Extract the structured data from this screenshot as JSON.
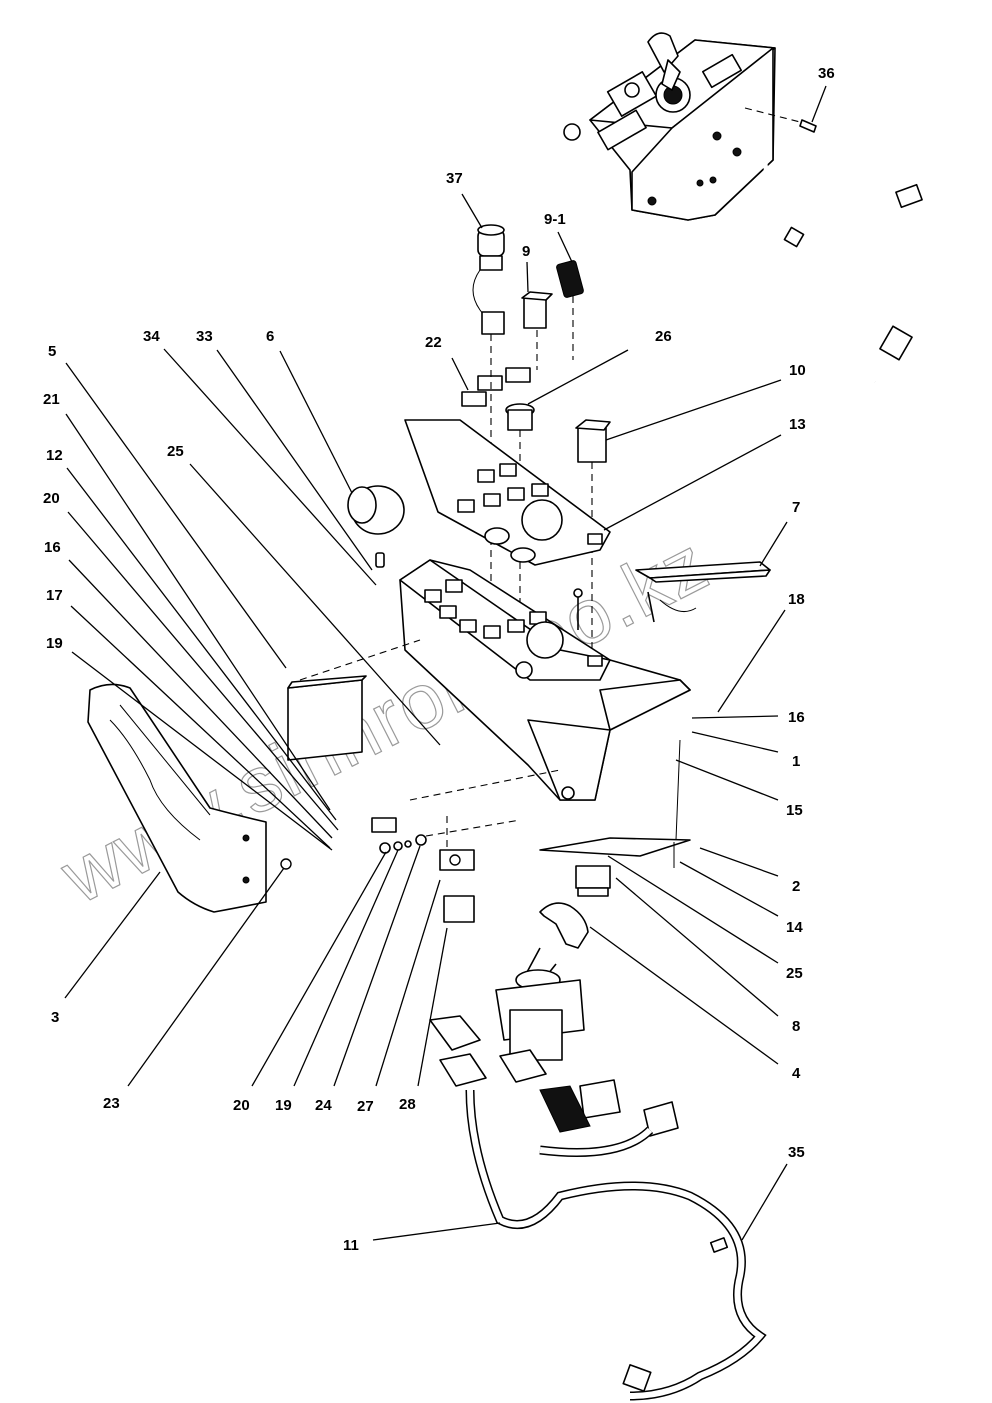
{
  "diagram": {
    "type": "exploded parts diagram",
    "subject": "Control console assembly with joystick and wiring harness",
    "watermark": "www.sinhron-too.kz",
    "callouts": [
      {
        "id": "36",
        "label": "36"
      },
      {
        "id": "37",
        "label": "37"
      },
      {
        "id": "9-1",
        "label": "9-1"
      },
      {
        "id": "9",
        "label": "9"
      },
      {
        "id": "26",
        "label": "26"
      },
      {
        "id": "22",
        "label": "22"
      },
      {
        "id": "10",
        "label": "10"
      },
      {
        "id": "13",
        "label": "13"
      },
      {
        "id": "5",
        "label": "5"
      },
      {
        "id": "34",
        "label": "34"
      },
      {
        "id": "33",
        "label": "33"
      },
      {
        "id": "6",
        "label": "6"
      },
      {
        "id": "21",
        "label": "21"
      },
      {
        "id": "25a",
        "label": "25"
      },
      {
        "id": "12",
        "label": "12"
      },
      {
        "id": "20a",
        "label": "20"
      },
      {
        "id": "16a",
        "label": "16"
      },
      {
        "id": "17",
        "label": "17"
      },
      {
        "id": "19a",
        "label": "19"
      },
      {
        "id": "7",
        "label": "7"
      },
      {
        "id": "18",
        "label": "18"
      },
      {
        "id": "16b",
        "label": "16"
      },
      {
        "id": "1",
        "label": "1"
      },
      {
        "id": "15",
        "label": "15"
      },
      {
        "id": "2",
        "label": "2"
      },
      {
        "id": "14",
        "label": "14"
      },
      {
        "id": "25b",
        "label": "25"
      },
      {
        "id": "8",
        "label": "8"
      },
      {
        "id": "4",
        "label": "4"
      },
      {
        "id": "3",
        "label": "3"
      },
      {
        "id": "23",
        "label": "23"
      },
      {
        "id": "20b",
        "label": "20"
      },
      {
        "id": "19b",
        "label": "19"
      },
      {
        "id": "24",
        "label": "24"
      },
      {
        "id": "27",
        "label": "27"
      },
      {
        "id": "28",
        "label": "28"
      },
      {
        "id": "35",
        "label": "35"
      },
      {
        "id": "11",
        "label": "11"
      }
    ]
  }
}
